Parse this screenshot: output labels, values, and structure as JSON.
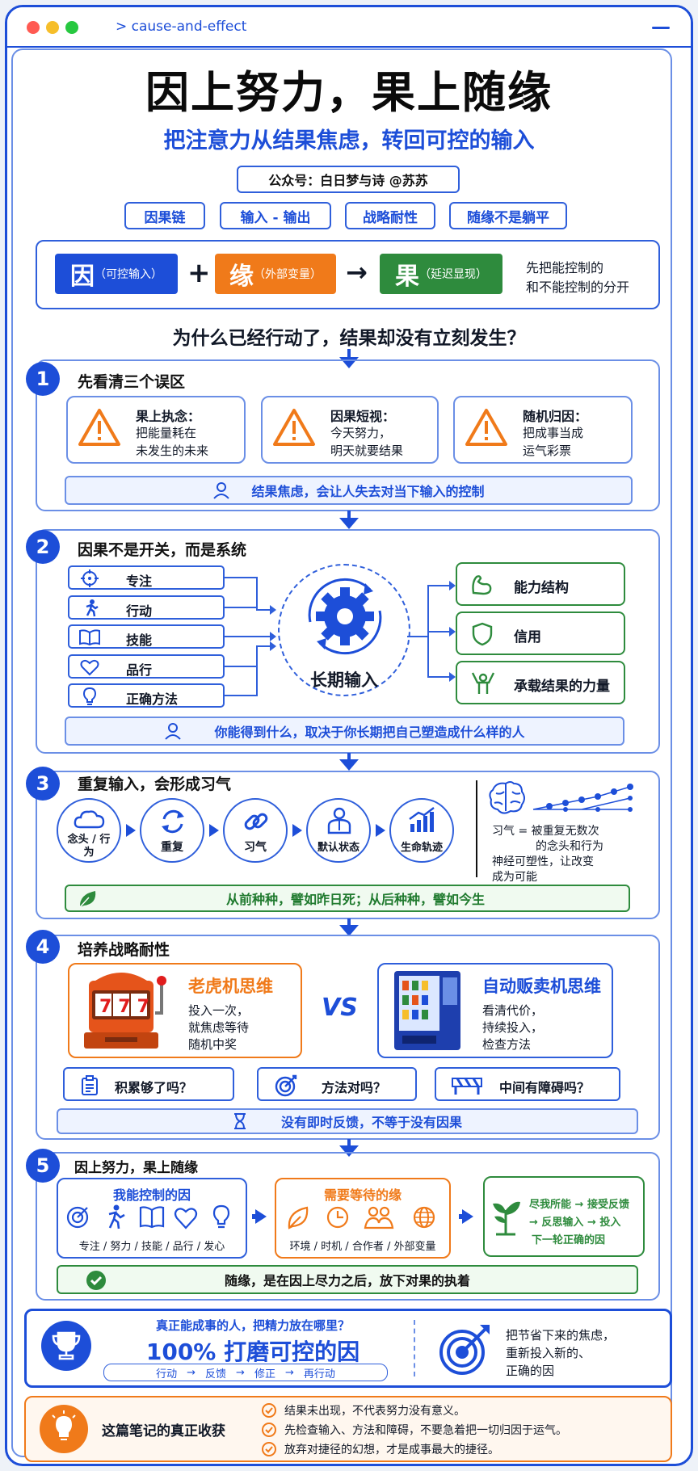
{
  "window": {
    "path": "> cause-and-effect"
  },
  "header": {
    "title": "因上努力，果上随缘",
    "subtitle": "把注意力从结果焦虑，转回可控的输入",
    "author": "公众号：白日梦与诗  @苏苏",
    "tags": [
      "因果链",
      "输入 - 输出",
      "战略耐性",
      "随缘不是躺平"
    ]
  },
  "formula": {
    "cause": {
      "char": "因",
      "label": "（可控输入）"
    },
    "plus": "+",
    "condition": {
      "char": "缘",
      "label": "（外部变量）"
    },
    "arrow": "→",
    "effect": {
      "char": "果",
      "label": "（延迟显现）"
    },
    "note_line1": "先把能控制的",
    "note_line2": "和不能控制的分开"
  },
  "question": "为什么已经行动了，结果却没有立刻发生？",
  "section1": {
    "num": "1",
    "title": "先看清三个误区",
    "items": [
      {
        "head": "果上执念：",
        "line1": "把能量耗在",
        "line2": "未发生的未来"
      },
      {
        "head": "因果短视：",
        "line1": "今天努力，",
        "line2": "明天就要结果"
      },
      {
        "head": "随机归因：",
        "line1": "把成事当成",
        "line2": "运气彩票"
      }
    ],
    "note": "结果焦虑，会让人失去对当下输入的控制"
  },
  "section2": {
    "num": "2",
    "title": "因果不是开关，而是系统",
    "inputs": [
      "专注",
      "行动",
      "技能",
      "品行",
      "正确方法"
    ],
    "center": "长期输入",
    "outputs": [
      "能力结构",
      "信用",
      "承载结果的力量"
    ],
    "note": "你能得到什么，取决于你长期把自己塑造成什么样的人"
  },
  "section3": {
    "num": "3",
    "title": "重复输入，会形成习气",
    "steps": [
      "念头 / 行为",
      "重复",
      "习气",
      "默认状态",
      "生命轨迹"
    ],
    "side_line1": "习气 = 被重复无数次",
    "side_line2": "的念头和行为",
    "side_line3": "神经可塑性，让改变",
    "side_line4": "成为可能",
    "note": "从前种种，譬如昨日死；从后种种，譬如今生"
  },
  "section4": {
    "num": "4",
    "title": "培养战略耐性",
    "left": {
      "title": "老虎机思维",
      "line1": "投入一次，",
      "line2": "就焦虑等待",
      "line3": "随机中奖",
      "reels": "777"
    },
    "vs": "VS",
    "right": {
      "title": "自动贩卖机思维",
      "line1": "看清代价，",
      "line2": "持续投入，",
      "line3": "检查方法"
    },
    "questions": [
      "积累够了吗？",
      "方法对吗？",
      "中间有障碍吗？"
    ],
    "note": "没有即时反馈，不等于没有因果"
  },
  "section5": {
    "num": "5",
    "title": "因上努力，果上随缘",
    "control": {
      "title": "我能控制的因",
      "items": "专注 / 努力 / 技能 / 品行 / 发心"
    },
    "wait": {
      "title": "需要等待的缘",
      "items": "环境 / 时机 / 合作者 / 外部变量"
    },
    "cycle": {
      "line1": "尽我所能 → 接受反馈",
      "line2": "→ 反思输入 → 投入",
      "line3": "下一轮正确的因"
    },
    "note": "随缘，是在因上尽力之后，放下对果的执着"
  },
  "focus": {
    "question": "真正能成事的人，把精力放在哪里？",
    "big": "100%  打磨可控的因",
    "loop": [
      "行动",
      "反馈",
      "修正",
      "再行动"
    ],
    "right_line1": "把节省下来的焦虑，",
    "right_line2": "重新投入新的、",
    "right_line3": "正确的因"
  },
  "takeaway": {
    "title": "这篇笔记的真正收获",
    "items": [
      "结果未出现，不代表努力没有意义。",
      "先检查输入、方法和障碍，不要急着把一切归因于运气。",
      "放弃对捷径的幻想，才是成事最大的捷径。"
    ]
  },
  "colors": {
    "blue": "#1d4ed8",
    "orange": "#f07a1a",
    "green": "#2e8b3d"
  }
}
